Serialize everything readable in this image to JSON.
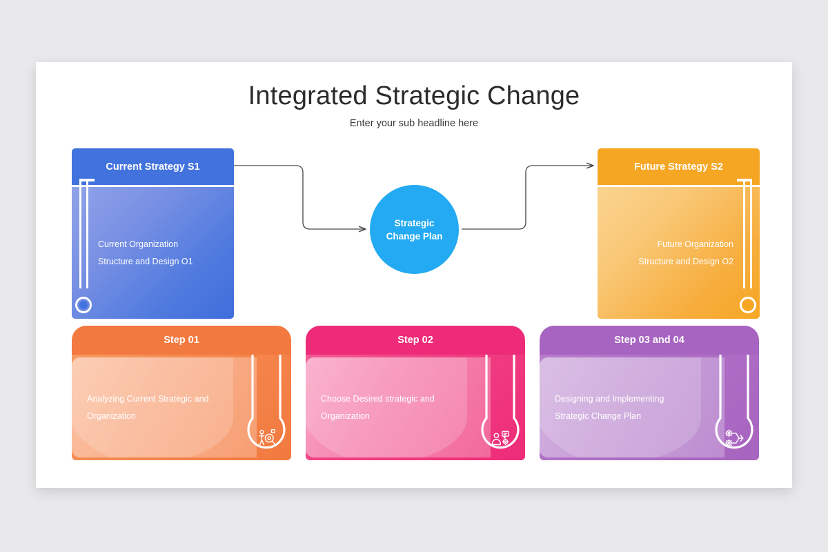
{
  "slide": {
    "title": "Integrated Strategic Change",
    "subtitle": "Enter your sub headline here"
  },
  "top_cards": [
    {
      "id": "current-strategy",
      "header": "Current Strategy S1",
      "body_line1": "Current Organization",
      "body_line2": "Structure and Design O1",
      "header_color": "#4272dd",
      "tube_side": "left"
    },
    {
      "id": "future-strategy",
      "header": "Future Strategy S2",
      "body_line1": "Future Organization",
      "body_line2": "Structure and Design O2",
      "header_color": "#f5a623",
      "tube_side": "right"
    }
  ],
  "center": {
    "line1": "Strategic",
    "line2": "Change Plan",
    "color": "#23aaf2"
  },
  "steps": [
    {
      "id": "step-01",
      "header": "Step 01",
      "body_line1": "Analyzing Current Strategic and",
      "body_line2": "Organization",
      "color": "#f2793f",
      "icon": "person-magnifier-icon"
    },
    {
      "id": "step-02",
      "header": "Step 02",
      "body_line1": "Choose Desired strategic and",
      "body_line2": "Organization",
      "color": "#ee2b78",
      "icon": "person-chat-gear-icon"
    },
    {
      "id": "step-03",
      "header": "Step 03 and 04",
      "body_line1": "Designing and Implementing",
      "body_line2": "Strategic Change Plan",
      "color": "#a764c0",
      "icon": "gears-process-icon"
    }
  ],
  "connectors": {
    "left_arrow": "current-strategy-to-center",
    "right_arrow": "center-to-future-strategy",
    "stroke_color": "#4a4a4a"
  }
}
